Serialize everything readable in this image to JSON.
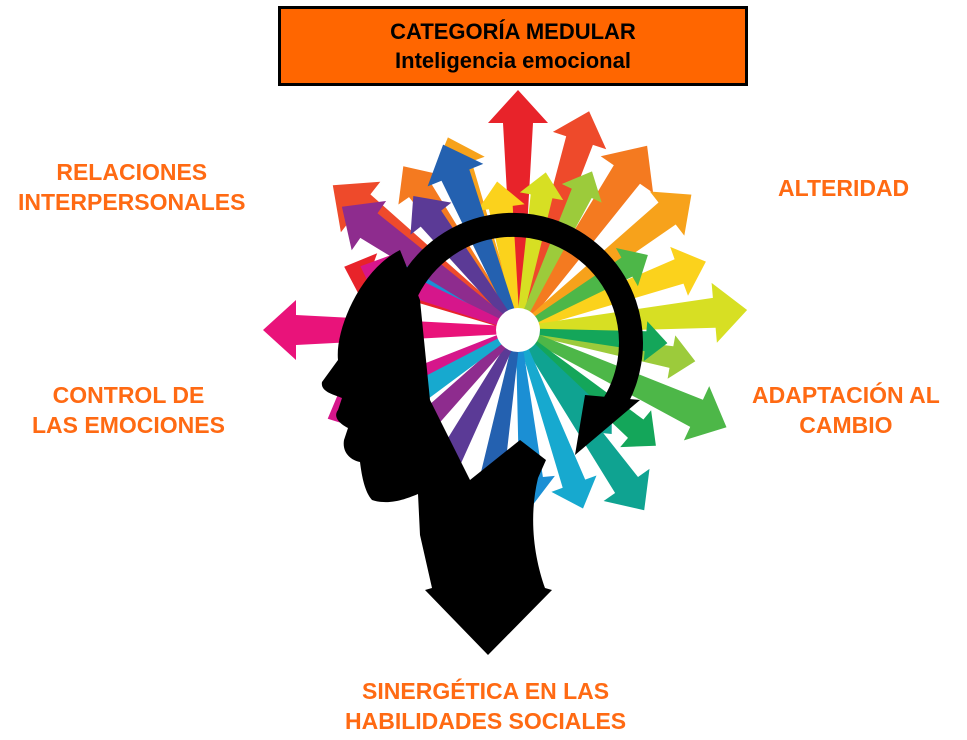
{
  "title": {
    "line1": "CATEGORÍA MEDULAR",
    "line2": "Inteligencia emocional"
  },
  "labels": {
    "relaciones": [
      "RELACIONES",
      "INTERPERSONALES"
    ],
    "alteridad": [
      "ALTERIDAD"
    ],
    "control": [
      "CONTROL DE",
      "LAS EMOCIONES"
    ],
    "adaptacion": [
      "ADAPTACIÓN AL",
      "CAMBIO"
    ],
    "sinergetica": [
      "SINERGÉTICA EN LAS",
      "HABILIDADES SOCIALES"
    ]
  },
  "colors": {
    "title_box": "#ff6600",
    "label_text": "#ff6a13",
    "head": "#000000",
    "arrow_palette": [
      "#e8232a",
      "#ee4a2b",
      "#f47a20",
      "#f7a21b",
      "#fbd21c",
      "#d7df23",
      "#9ccb3b",
      "#4db748",
      "#14a65a",
      "#0fa391",
      "#17a9cf",
      "#1b8fd4",
      "#2461b0",
      "#5b3a96",
      "#8e2c8e",
      "#d6168b",
      "#e9137a"
    ]
  },
  "icons": [
    "head-silhouette",
    "radiating-arrows",
    "circular-arrow-icon",
    "down-arrow-icon"
  ]
}
